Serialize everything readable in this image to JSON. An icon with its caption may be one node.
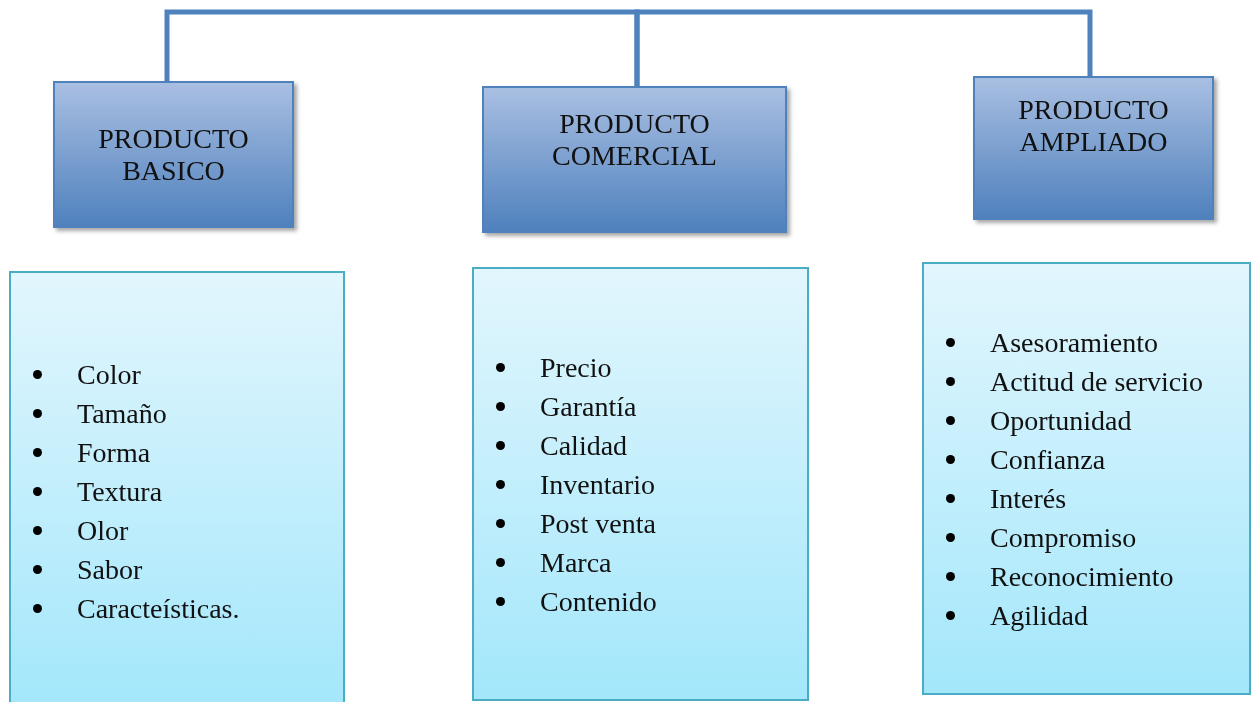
{
  "diagram": {
    "nodes": [
      {
        "text": [
          "PRODUCTO BASICO"
        ]
      },
      {
        "text": [
          "PRODUCTO COMERCIAL"
        ]
      },
      {
        "text": [
          "PRODUCTO AMPLIADO"
        ]
      },
      {
        "text": [
          "Color",
          "Tamaño",
          "Forma",
          "Textura",
          "Olor",
          "Sabor",
          "Caracteísticas."
        ]
      },
      {
        "text": [
          "Precio",
          "Garantía",
          "Calidad",
          "Inventario",
          "Post venta",
          "Marca",
          "Contenido"
        ]
      },
      {
        "text": [
          "Asesoramiento",
          "Actitud de servicio",
          "Oportunidad",
          "Confianza",
          "Interés",
          "Compromiso",
          "Reconocimiento",
          "Agilidad"
        ]
      }
    ],
    "edges": [
      {
        "from": 0,
        "to": 1,
        "arrow": "none"
      },
      {
        "from": 1,
        "to": 2,
        "arrow": "none"
      }
    ]
  }
}
